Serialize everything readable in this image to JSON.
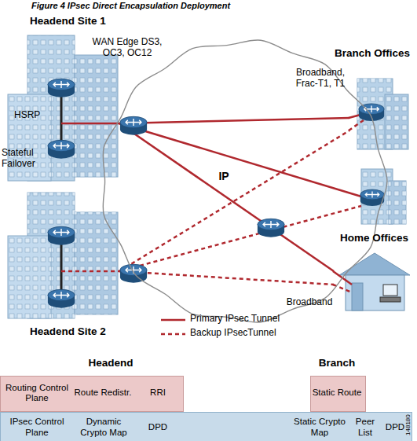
{
  "diagram": {
    "title": "Figure 4 IPsec Direct Encapsulation Deployment",
    "nodes": [
      {
        "text": [
          "Headend Site 1"
        ]
      },
      {
        "text": [
          "Branch Offices"
        ]
      },
      {
        "text": [
          "IP"
        ]
      },
      {
        "text": [
          "Home Offices"
        ]
      },
      {
        "text": [
          "Headend Site 2"
        ]
      },
      {
        "text": [
          "Headend",
          "Routing Control Plane",
          "Route Redistr.",
          "RRI"
        ]
      },
      {
        "text": [
          "Branch",
          "Static Route"
        ]
      },
      {
        "text": [
          "IPsec Control Plane",
          "Dynamic Crypto Map",
          "DPD",
          "Static Crypto Map",
          "Peer List",
          "DPD"
        ]
      }
    ],
    "edges": [
      {
        "from": 0,
        "to": 1,
        "arrow": "none"
      },
      {
        "from": 0,
        "to": 3,
        "arrow": "none"
      },
      {
        "from": 4,
        "to": 1,
        "arrow": "none"
      },
      {
        "from": 4,
        "to": 3,
        "arrow": "none"
      }
    ],
    "labels": [
      "WAN Edge DS3, OC3, OC12",
      "HSRP",
      "Stateful Failover",
      "Broadband, Frac-T1, T1",
      "Broadband",
      "148180"
    ],
    "legend": [
      {
        "text": "Primary IPsec Tunnel"
      },
      {
        "text": "Backup IPsecTunnel"
      }
    ]
  }
}
